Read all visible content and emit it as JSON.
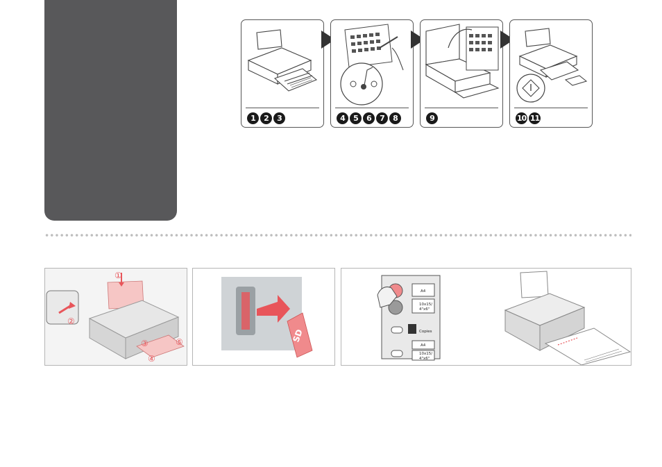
{
  "steps": [
    {
      "badges": [
        "1",
        "2",
        "3"
      ]
    },
    {
      "badges": [
        "4",
        "5",
        "6",
        "7",
        "8"
      ]
    },
    {
      "badges": [
        "9"
      ]
    },
    {
      "badges": [
        "10",
        "11"
      ]
    }
  ],
  "photos": {
    "paper_callouts": [
      "①",
      "②",
      "③",
      "④",
      "⑤"
    ],
    "card_label": "SD",
    "panel_labels": {
      "a4_top": "A4",
      "photo_size_top_1": "10x15/",
      "photo_size_top_2": "4\"x6\"",
      "copies": "Copies",
      "a4_bottom": "A4",
      "photo_size_bottom_1": "10x15/",
      "photo_size_bottom_2": "4\"x6\""
    }
  },
  "colors": {
    "side_tab": "#58585a",
    "highlight": "#e8555a",
    "pink_paper": "#f6c6c5",
    "badge": "#1a1a1a"
  }
}
